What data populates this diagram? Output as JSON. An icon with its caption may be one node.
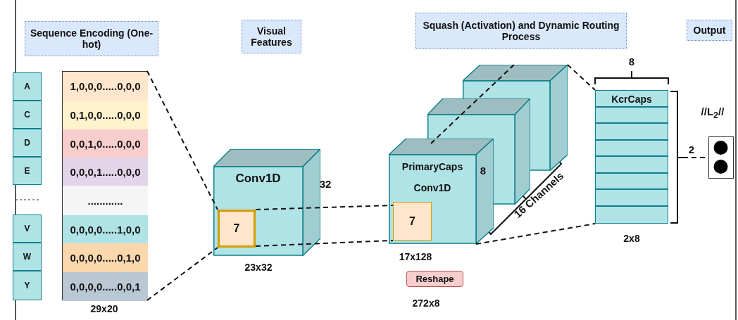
{
  "diagram": {
    "nodes": [
      {
        "text": [
          "Sequence Encoding (One-hot)"
        ]
      },
      {
        "text": [
          "Visual Features"
        ]
      },
      {
        "text": [
          "Squash (Activation) and Dynamic Routing Process"
        ]
      },
      {
        "text": [
          "Output"
        ]
      },
      {
        "text": [
          "A"
        ]
      },
      {
        "text": [
          "C"
        ]
      },
      {
        "text": [
          "D"
        ]
      },
      {
        "text": [
          "E"
        ]
      },
      {
        "text": [
          "V"
        ]
      },
      {
        "text": [
          "W"
        ]
      },
      {
        "text": [
          "Y"
        ]
      },
      {
        "text": [],
        "shape": "box",
        "beside": [
          "29x20"
        ]
      },
      {
        "text": [
          "1,0,0,0.....0,0,0"
        ],
        "in": 11
      },
      {
        "text": [
          "0,1,0,0.....0,0,0"
        ],
        "in": 11
      },
      {
        "text": [
          "0,0,1,0.....0,0,0"
        ],
        "in": 11
      },
      {
        "text": [
          "0,0,0,1.....0,0,0"
        ],
        "in": 11
      },
      {
        "text": [
          "............"
        ],
        "in": 11
      },
      {
        "text": [
          "0,0,0,0.....1,0,0"
        ],
        "in": 11
      },
      {
        "text": [
          "0,0,0,0.....0,1,0"
        ],
        "in": 11
      },
      {
        "text": [
          "0,0,0,0.....0,0,1"
        ],
        "in": 11
      },
      {
        "text": [
          "Conv1D"
        ],
        "beside": [
          "23x32"
        ]
      },
      {
        "text": [
          "7"
        ],
        "in": 20
      },
      {
        "text": [],
        "shape": "box"
      },
      {
        "text": [],
        "shape": "box"
      },
      {
        "text": [
          "PrimaryCaps",
          "Conv1D"
        ],
        "beside": [
          "17x128"
        ]
      },
      {
        "text": [
          "7"
        ],
        "in": 24
      },
      {
        "text": [
          "Reshape"
        ],
        "beside": [
          "272x8"
        ]
      },
      {
        "text": [
          "KcrCaps"
        ],
        "beside": [
          "2x8"
        ]
      },
      {
        "text": [],
        "shape": "box"
      }
    ],
    "edges": [
      {
        "from": 11,
        "to": 21,
        "arrow": "none",
        "style": "dashed"
      },
      {
        "from": 11,
        "to": 21,
        "arrow": "none",
        "style": "dashed"
      },
      {
        "from": 21,
        "to": 25,
        "arrow": "none",
        "style": "dashed"
      },
      {
        "from": 21,
        "to": 25,
        "arrow": "none",
        "style": "dashed"
      },
      {
        "from": 24,
        "to": 22,
        "arrow": "none",
        "style": "dashed"
      },
      {
        "from": 22,
        "to": 23,
        "arrow": "none",
        "style": "dashed"
      },
      {
        "from": 23,
        "to": 27,
        "arrow": "none",
        "style": "dashed"
      },
      {
        "from": 24,
        "to": 27,
        "arrow": "none",
        "style": "dashed"
      },
      {
        "from": 27,
        "to": 28,
        "arrow": "none",
        "style": "dashed"
      }
    ],
    "labels": [
      "32",
      "8",
      "16 Channels",
      "8",
      "2",
      "//L$_{2}$//"
    ]
  }
}
